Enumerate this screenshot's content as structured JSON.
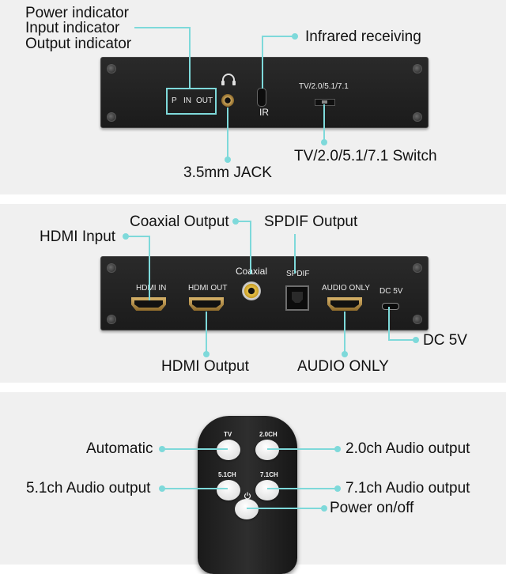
{
  "top": {
    "labels": {
      "power_indicator": "Power indicator",
      "input_indicator": "Input indicator",
      "output_indicator": "Output indicator",
      "infrared_receiving": "Infrared receiving",
      "jack": "3.5mm JACK",
      "switch": "TV/2.0/5.1/7.1 Switch"
    },
    "device": {
      "led_p": "P",
      "led_in": "IN",
      "led_out": "OUT",
      "ir_label": "IR",
      "switch_label": "TV/2.0/5.1/7.1",
      "headphone_icon": "headphone-icon"
    }
  },
  "middle": {
    "labels": {
      "hdmi_input": "HDMI Input",
      "coaxial_output": "Coaxial Output",
      "spdif_output": "SPDIF Output",
      "hdmi_output": "HDMI Output",
      "audio_only": "AUDIO ONLY",
      "dc5v": "DC 5V"
    },
    "device": {
      "hdmi_in": "HDMI IN",
      "hdmi_out": "HDMI OUT",
      "coaxial": "Coaxial",
      "spdif": "SPDIF",
      "audio_only": "AUDIO ONLY",
      "dc5v": "DC 5V"
    }
  },
  "bottom": {
    "labels": {
      "automatic": "Automatic",
      "ch20": "2.0ch Audio output",
      "ch51": "5.1ch Audio output",
      "ch71": "7.1ch Audio output",
      "power": "Power on/off"
    },
    "remote": {
      "tv": "TV",
      "ch20": "2.0CH",
      "ch51": "5.1CH",
      "ch71": "7.1CH",
      "power_icon": "power-icon"
    }
  },
  "colors": {
    "callout": "#7ed9da",
    "panel_bg": "#f0f0f0",
    "device_body": "#1f1f1f",
    "connector_gold": "#c9a35a"
  }
}
